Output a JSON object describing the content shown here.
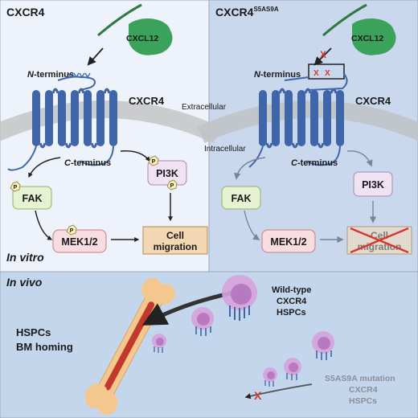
{
  "panels": {
    "left_title": "CXCR4",
    "right_title_main": "CXCR4",
    "right_title_sup": "S5AS9A",
    "in_vitro": "In vitro",
    "in_vivo": "In vivo"
  },
  "labels": {
    "cxcl12": "CXCL12",
    "n_prefix": "N",
    "n_suffix": "-terminus",
    "c_prefix": "C",
    "c_suffix": "-terminus",
    "receptor": "CXCR4",
    "extracellular": "Extracellular",
    "intracellular": "Intracellular",
    "pi3k": "PI3K",
    "fak": "FAK",
    "mek": "MEK1/2",
    "cell_line1": "Cell",
    "cell_line2": "migration",
    "phospho": "P",
    "mutation_mark": "X"
  },
  "in_vivo": {
    "hspc_line1": "HSPCs",
    "hspc_line2": "BM homing",
    "wt_line1": "Wild-type",
    "wt_line2": "CXCR4",
    "wt_line3": "HSPCs",
    "mut_line1": "S5AS9A mutation",
    "mut_line2": "CXCR4",
    "mut_line3": "HSPCs"
  },
  "colors": {
    "left_panel_bg": "#eef3fb",
    "right_panel_bg": "#c9d8ec",
    "bottom_panel_bg": "#c4d6ec",
    "receptor": "#3f66a8",
    "ligand": "#3aa25a",
    "membrane": "#c8c8c8",
    "fak_fill": "#e6f2d2",
    "pi3k_fill": "#efe2f3",
    "mek_fill": "#f8dde0",
    "migration_fill": "#f2d7b2",
    "phospho_fill": "#f7efb8",
    "cross": "#d23a2f",
    "hspc": "#d6a2dc",
    "bone": "#f4c78f",
    "marrow": "#c0392b"
  }
}
